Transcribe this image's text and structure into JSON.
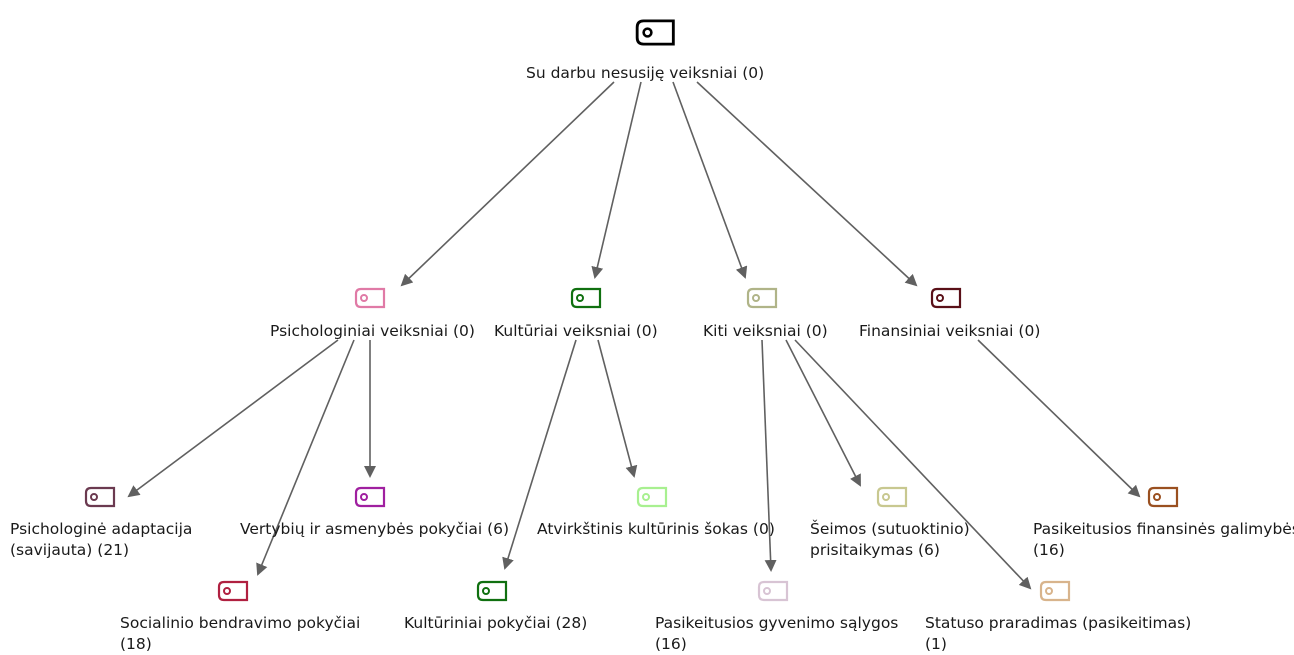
{
  "diagram": {
    "nodes": [
      {
        "id": "root",
        "label_lines": [
          "Su darbu nesusiję veiksniai (0)"
        ],
        "color": "#000000",
        "icon": "tag-icon"
      },
      {
        "id": "psych",
        "label_lines": [
          "Psichologiniai veiksniai (0)"
        ],
        "color": "#e07aa6",
        "icon": "tag-icon"
      },
      {
        "id": "kult",
        "label_lines": [
          "Kultūriai veiksniai (0)"
        ],
        "color": "#107010",
        "icon": "tag-icon"
      },
      {
        "id": "kiti",
        "label_lines": [
          "Kiti veiksniai (0)"
        ],
        "color": "#b0b488",
        "icon": "tag-icon"
      },
      {
        "id": "fin",
        "label_lines": [
          "Finansiniai veiksniai (0)"
        ],
        "color": "#5a1018",
        "icon": "tag-icon"
      },
      {
        "id": "psych_adapt",
        "label_lines": [
          "Psichologinė adaptacija",
          "(savijauta) (21)"
        ],
        "color": "#6b3a50",
        "icon": "tag-icon"
      },
      {
        "id": "social",
        "label_lines": [
          "Socialinio bendravimo pokyčiai",
          "(18)"
        ],
        "color": "#b02040",
        "icon": "tag-icon"
      },
      {
        "id": "vertybes",
        "label_lines": [
          "Vertybių ir asmenybės pokyčiai (6)"
        ],
        "color": "#a020a0",
        "icon": "tag-icon"
      },
      {
        "id": "kult_pok",
        "label_lines": [
          "Kultūriniai pokyčiai (28)"
        ],
        "color": "#107010",
        "icon": "tag-icon"
      },
      {
        "id": "atvirk",
        "label_lines": [
          "Atvirkštinis kultūrinis šokas (0)"
        ],
        "color": "#a8f090",
        "icon": "tag-icon"
      },
      {
        "id": "gyven",
        "label_lines": [
          "Pasikeitusios gyvenimo sąlygos",
          "(16)"
        ],
        "color": "#d8c4d4",
        "icon": "tag-icon"
      },
      {
        "id": "seimos",
        "label_lines": [
          "Šeimos (sutuoktinio)",
          "prisitaikymas (6)"
        ],
        "color": "#c8c890",
        "icon": "tag-icon"
      },
      {
        "id": "statuso",
        "label_lines": [
          "Statuso praradimas (pasikeitimas)",
          "(1)"
        ],
        "color": "#d8b48c",
        "icon": "tag-icon"
      },
      {
        "id": "fin_gal",
        "label_lines": [
          "Pasikeitusios finansinės galimybės",
          "(16)"
        ],
        "color": "#9a5020",
        "icon": "tag-icon"
      }
    ],
    "edges": [
      [
        "root",
        "psych"
      ],
      [
        "root",
        "kult"
      ],
      [
        "root",
        "kiti"
      ],
      [
        "root",
        "fin"
      ],
      [
        "psych",
        "psych_adapt"
      ],
      [
        "psych",
        "social"
      ],
      [
        "psych",
        "vertybes"
      ],
      [
        "kult",
        "kult_pok"
      ],
      [
        "kult",
        "atvirk"
      ],
      [
        "kiti",
        "gyven"
      ],
      [
        "kiti",
        "seimos"
      ],
      [
        "kiti",
        "statuso"
      ],
      [
        "fin",
        "fin_gal"
      ]
    ],
    "edge_color": "#606060"
  }
}
